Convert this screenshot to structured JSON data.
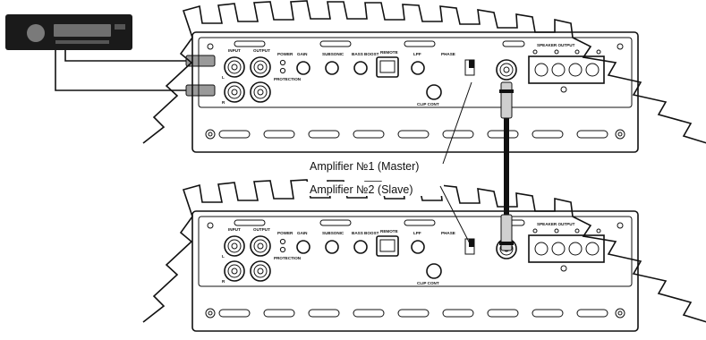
{
  "labels": {
    "master": "Amplifier №1 (Master)",
    "slave": "Amplifier №2 (Slave)"
  },
  "amp_panel": {
    "input": "INPUT",
    "output": "OUTPUT",
    "power": "POWER",
    "protection": "PROTECTION",
    "gain": "GAIN",
    "subsonic": "SUBSONIC",
    "bass_boost": "BASS BOOST",
    "remote": "REMOTE",
    "lpf": "LPF",
    "phase": "PHASE",
    "clip_cont": "CLIP CONT",
    "speaker_output": "SPEAKER OUTPUT",
    "channel_l": "L",
    "channel_r": "R"
  },
  "colors": {
    "line": "#111111",
    "head_unit_body": "#1a1a1a",
    "head_unit_display": "#6f6f6f",
    "rca_plug": "#9a9a9a"
  }
}
